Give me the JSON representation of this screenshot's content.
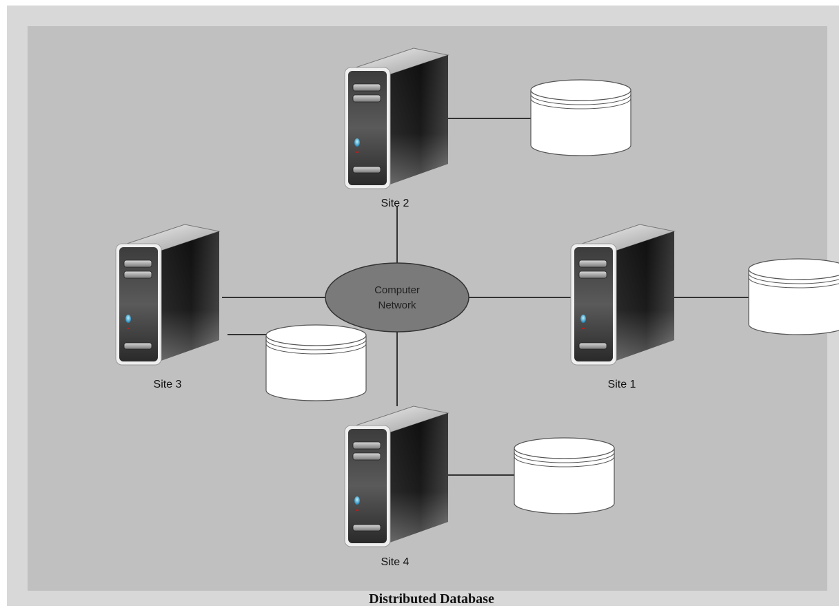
{
  "diagram": {
    "caption": "Distributed Database",
    "network_label_line1": "Computer",
    "network_label_line2": "Network",
    "sites": [
      {
        "id": "site1",
        "label": "Site 1",
        "icon": "server-icon"
      },
      {
        "id": "site2",
        "label": "Site 2",
        "icon": "server-icon"
      },
      {
        "id": "site3",
        "label": "Site 3",
        "icon": "server-icon"
      },
      {
        "id": "site4",
        "label": "Site 4",
        "icon": "server-icon"
      }
    ],
    "databases": [
      {
        "site": "site1",
        "icon": "database-icon"
      },
      {
        "site": "site2",
        "icon": "database-icon"
      },
      {
        "site": "site3",
        "icon": "database-icon"
      },
      {
        "site": "site4",
        "icon": "database-icon"
      }
    ]
  },
  "colors": {
    "outer_frame": "#d8d8d8",
    "canvas": "#c0c0c0",
    "network_ellipse": "#7a7a7a",
    "connector": "#333333",
    "database_fill": "#ffffff",
    "server_body": "#1e1e1e"
  }
}
